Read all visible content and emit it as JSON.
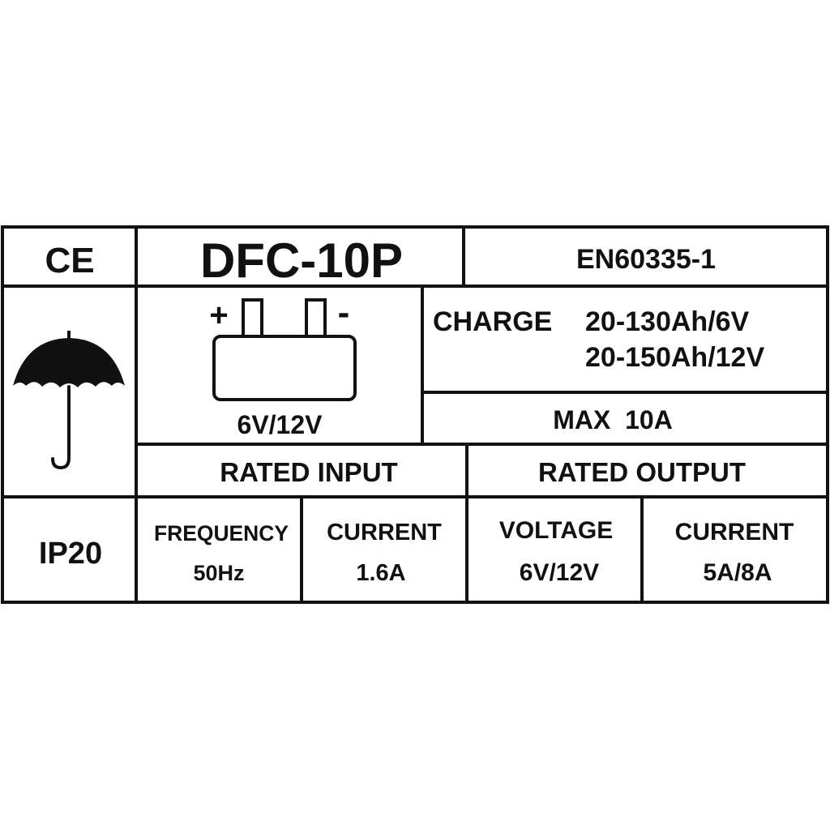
{
  "certification": {
    "mark": "CE"
  },
  "model": "DFC-10P",
  "standard": "EN60335-1",
  "battery": {
    "plus": "+",
    "minus": "-",
    "voltage": "6V/12V"
  },
  "charge": {
    "label": "CHARGE",
    "range_6v": "20-130Ah/6V",
    "range_12v": "20-150Ah/12V"
  },
  "max_current": "MAX  10A",
  "rated_input": {
    "header": "RATED INPUT",
    "frequency_label": "FREQUENCY",
    "frequency_value": "50Hz",
    "current_label": "CURRENT",
    "current_value": "1.6A"
  },
  "rated_output": {
    "header": "RATED OUTPUT",
    "voltage_label": "VOLTAGE",
    "voltage_value": "6V/12V",
    "current_label": "CURRENT",
    "current_value": "5A/8A"
  },
  "ip_rating": "IP20",
  "icons": {
    "indoor_use": "umbrella-icon",
    "battery": "battery-icon"
  },
  "colors": {
    "ink": "#111111",
    "background": "#ffffff"
  }
}
